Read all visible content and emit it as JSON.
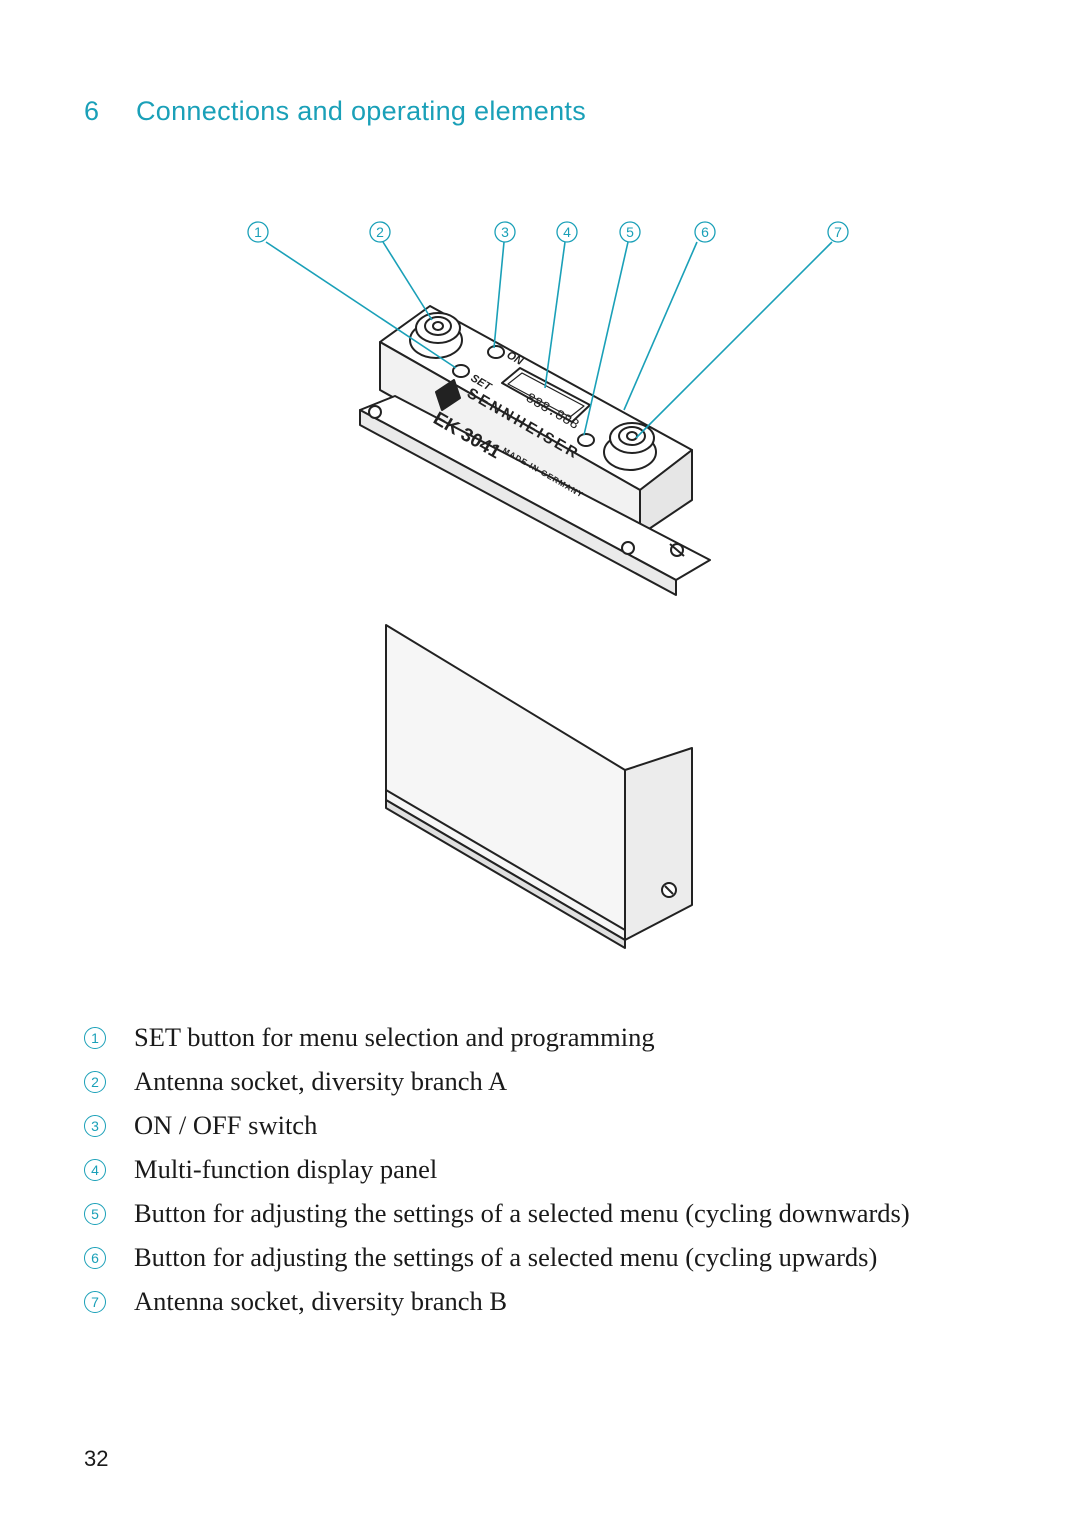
{
  "section": {
    "number": "6",
    "title": "Connections and operating elements"
  },
  "figure": {
    "callouts": [
      "1",
      "2",
      "3",
      "4",
      "5",
      "6",
      "7"
    ],
    "device_labels": {
      "set": "SET",
      "on": "ON",
      "model": "EK 3041",
      "brand": "SENNHEISER",
      "origin": "MADE IN GERMANY",
      "display": "888.888"
    }
  },
  "legend": [
    {
      "marker": "1",
      "text": "SET button for menu selection and programming"
    },
    {
      "marker": "2",
      "text": "Antenna socket, diversity branch A"
    },
    {
      "marker": "3",
      "text": "ON / OFF switch"
    },
    {
      "marker": "4",
      "text": "Multi-function display panel"
    },
    {
      "marker": "5",
      "text": "Button for adjusting the settings of a selected menu (cycling downwards)"
    },
    {
      "marker": "6",
      "text": "Button for adjusting the settings of a selected menu (cycling upwards)"
    },
    {
      "marker": "7",
      "text": "Antenna socket, diversity branch B"
    }
  ],
  "page_number": "32",
  "colors": {
    "accent": "#1aa0b8",
    "text": "#1a1a1a",
    "line": "#222222"
  }
}
